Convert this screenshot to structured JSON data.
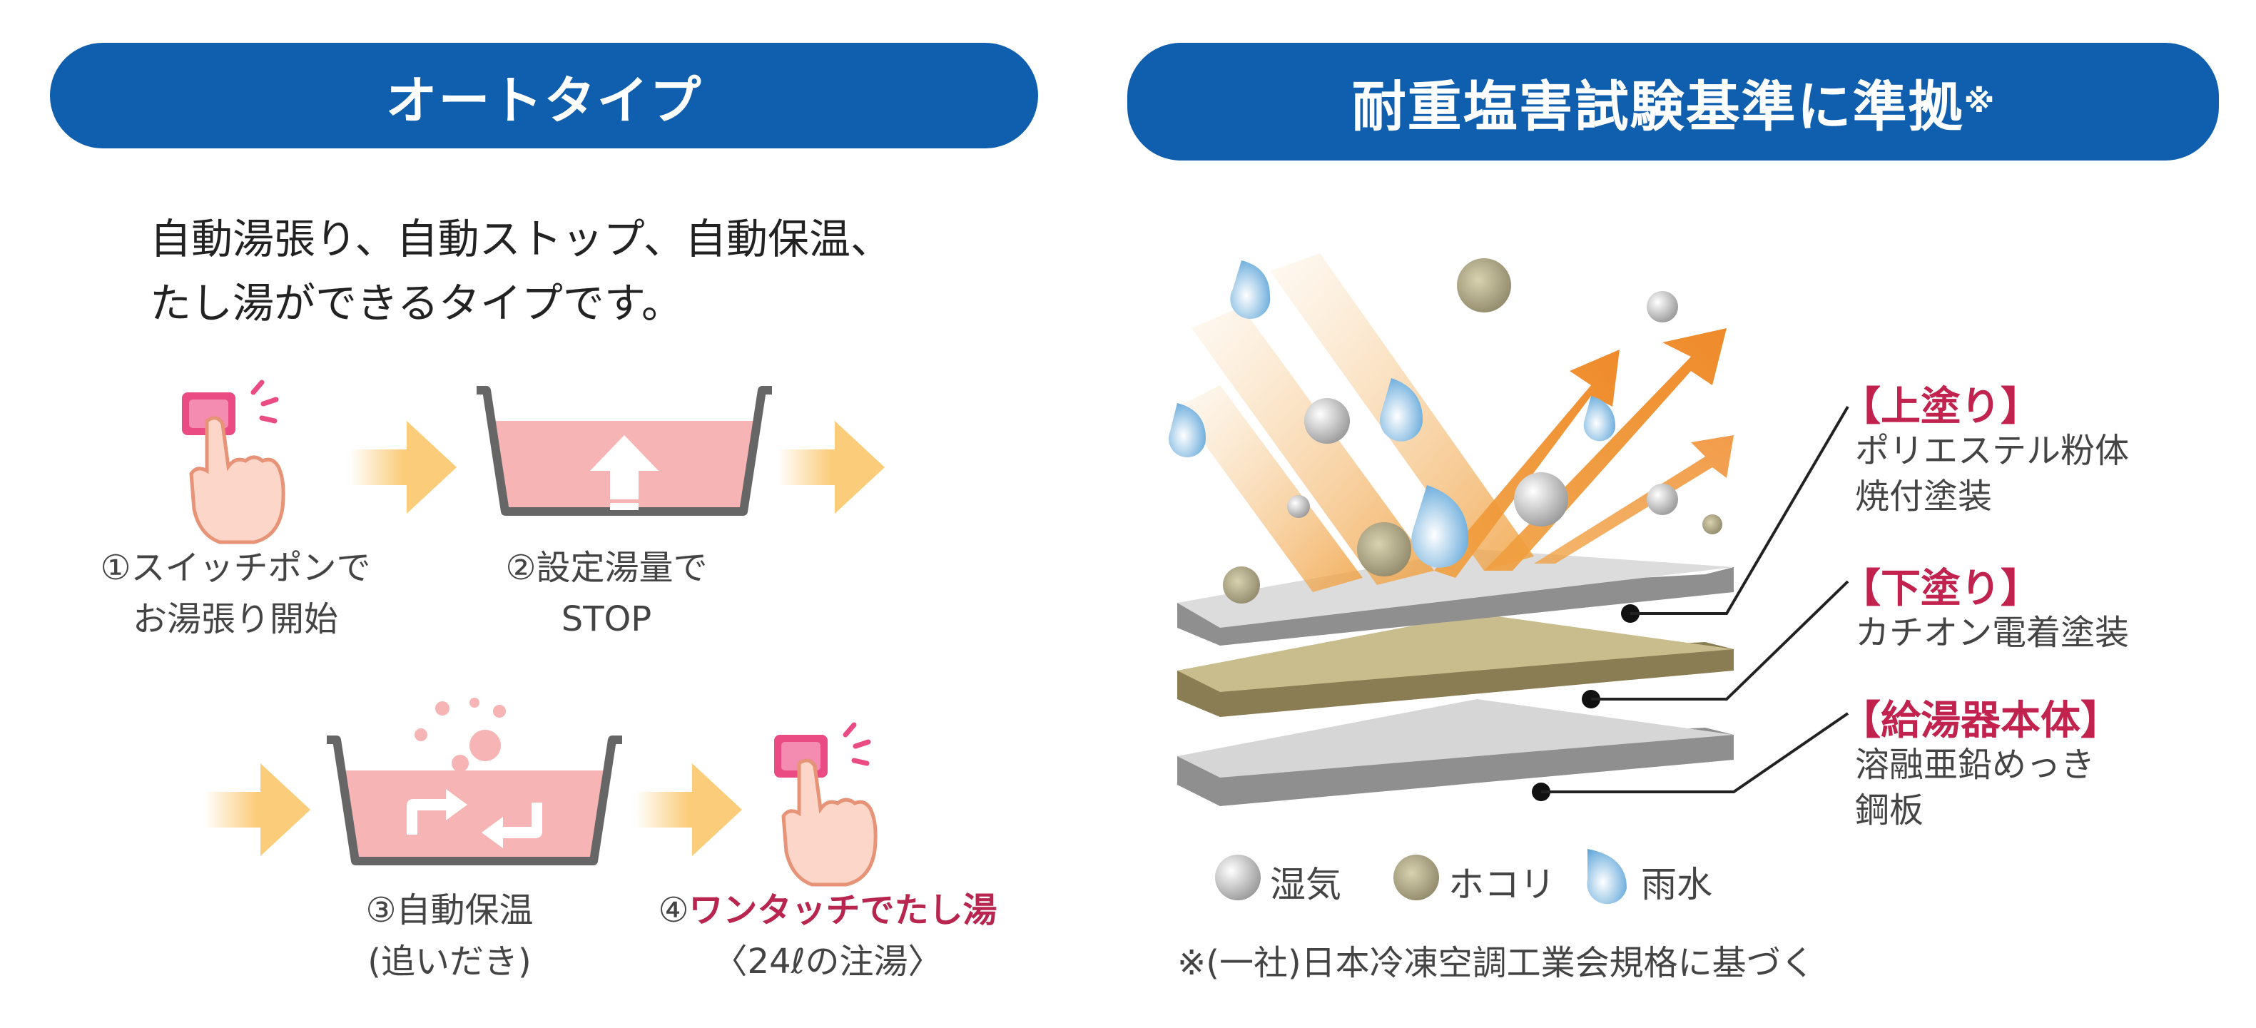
{
  "left": {
    "header": "オートタイプ",
    "description": [
      "自動湯張り、自動ストップ、自動保温、",
      "たし湯ができるタイプです。"
    ],
    "steps": [
      {
        "lines": [
          "①スイッチポンで",
          "お湯張り開始"
        ]
      },
      {
        "lines": [
          "②設定湯量で",
          "STOP"
        ]
      },
      {
        "lines": [
          "③自動保温",
          "(追いだき)"
        ]
      },
      {
        "prefix": "④",
        "highlight": "ワンタッチでたし湯",
        "sub": "〈24ℓの注湯〉"
      }
    ]
  },
  "right": {
    "header": "耐重塩害試験基準に準拠",
    "header_mark": "※",
    "layers": [
      {
        "title": "【上塗り】",
        "desc": [
          "ポリエステル粉体",
          "焼付塗装"
        ]
      },
      {
        "title": "【下塗り】",
        "desc": [
          "カチオン電着塗装"
        ]
      },
      {
        "title": "【給湯器本体】",
        "desc": [
          "溶融亜鉛めっき",
          "鋼板"
        ]
      }
    ],
    "legend": [
      "湿気",
      "ホコリ",
      "雨水"
    ],
    "footnote": "※(一社)日本冷凍空調工業会規格に基づく"
  },
  "colors": {
    "header_blue": "#0f5fae",
    "accent_magenta": "#c1224e",
    "bath_pink": "#f6b4b4",
    "arrow_yellow": "#fbcc7a",
    "ray_orange": "#f0a040"
  }
}
